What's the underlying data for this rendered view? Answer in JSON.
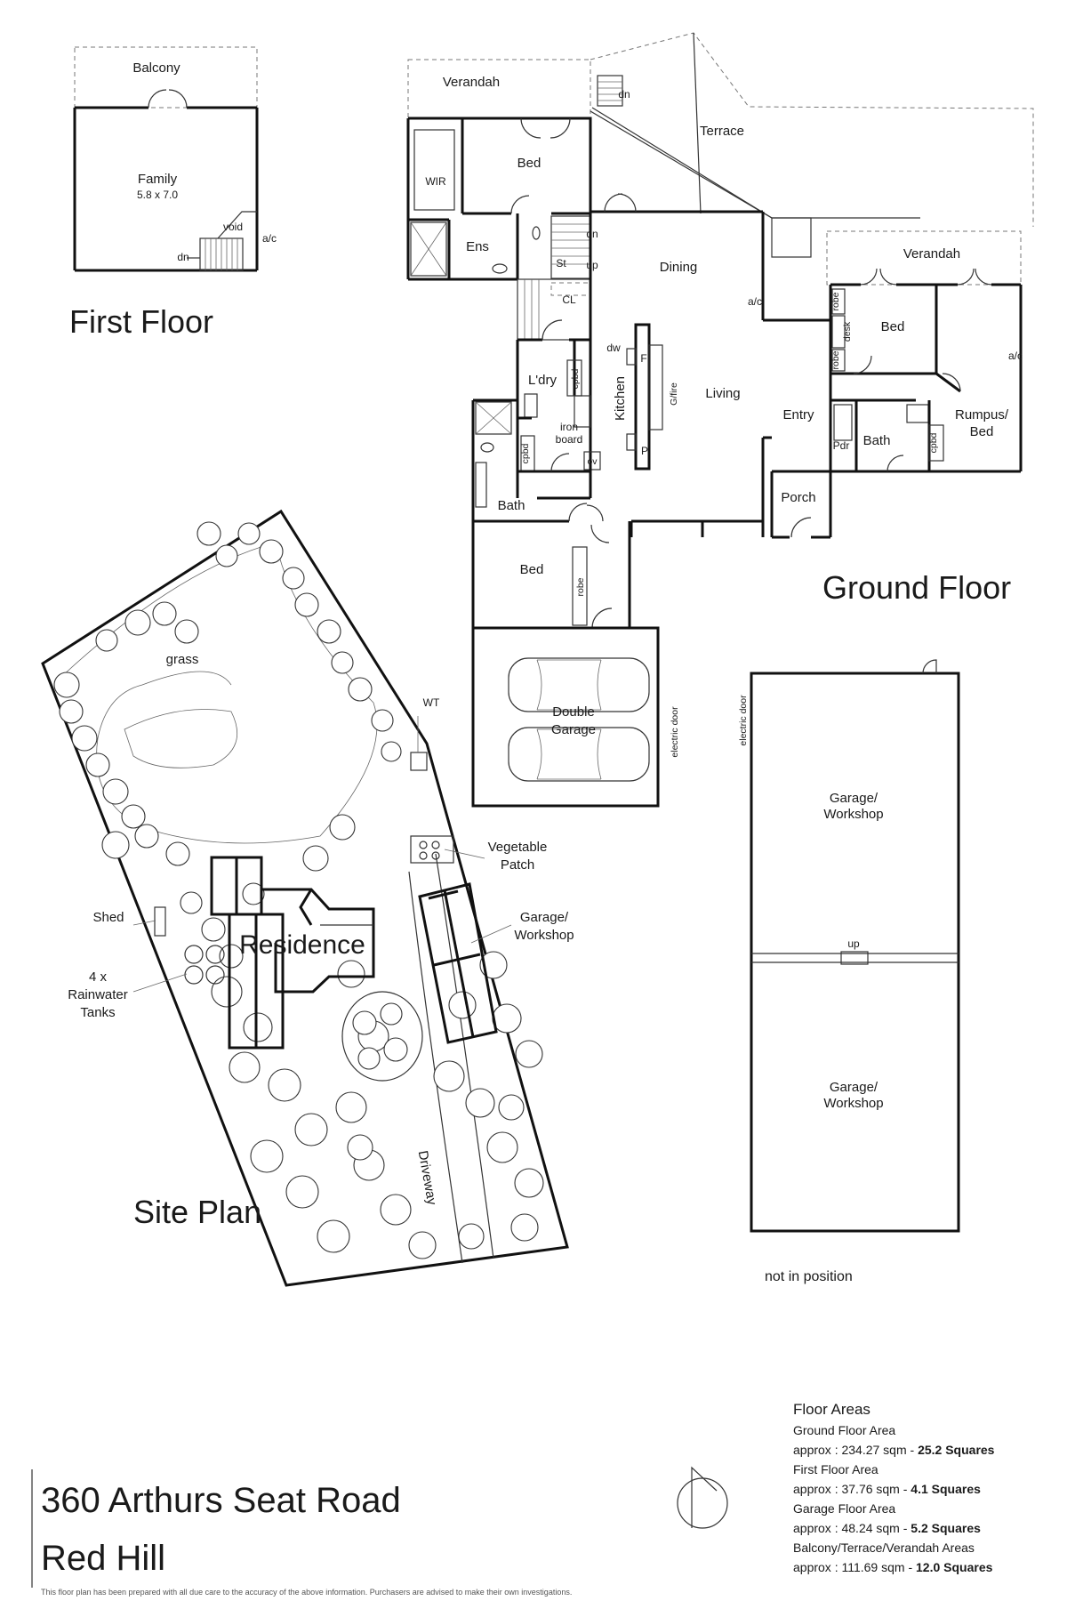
{
  "first_floor": {
    "heading": "First Floor",
    "rooms": {
      "balcony": "Balcony",
      "family": "Family",
      "family_dims": "5.8 x 7.0",
      "void": "void",
      "ac": "a/c",
      "dn": "dn"
    }
  },
  "ground_floor": {
    "heading": "Ground Floor",
    "rooms": {
      "verandah_main": "Verandah",
      "bed_main": "Bed",
      "wir": "WIR",
      "ens": "Ens",
      "st": "St",
      "dn_top": "dn",
      "dn_stair": "dn",
      "up_stair": "up",
      "terrace": "Terrace",
      "dining": "Dining",
      "cl": "CL",
      "ac_dining": "a/c",
      "verandah_east": "Verandah",
      "robe_1": "robe",
      "desk": "desk",
      "robe_2": "robe",
      "bed_east": "Bed",
      "ac_rumpus": "a/c",
      "laundry": "L'dry",
      "cpbd_laundry": "cpbd",
      "dw": "dw",
      "kitchen": "Kitchen",
      "f": "F",
      "gfire": "G/fire",
      "living": "Living",
      "entry": "Entry",
      "pdr": "Pdr",
      "bath_east": "Bath",
      "cpbd_bath_east": "cpbd",
      "rumpus": "Rumpus/",
      "rumpus_bed": "Bed",
      "iron_board": "iron",
      "iron_board_2": "board",
      "cpbd_bath": "cpbd",
      "ov": "ov",
      "p": "P",
      "bath_west": "Bath",
      "porch": "Porch",
      "bed_south": "Bed",
      "robe_south": "robe",
      "double_garage_1": "Double",
      "double_garage_2": "Garage",
      "electric_door_1": "electric door"
    }
  },
  "detached_garage": {
    "electric_door": "electric door",
    "garage_top_1": "Garage/",
    "garage_top_2": "Workshop",
    "up": "up",
    "garage_bottom_1": "Garage/",
    "garage_bottom_2": "Workshop",
    "not_in_position": "not in position"
  },
  "site_plan": {
    "heading": "Site Plan",
    "grass": "grass",
    "wt": "WT",
    "veg_1": "Vegetable",
    "veg_2": "Patch",
    "shed": "Shed",
    "residence": "Residence",
    "garage_1": "Garage/",
    "garage_2": "Workshop",
    "tanks_1": "4 x",
    "tanks_2": "Rainwater",
    "tanks_3": "Tanks",
    "driveway": "Driveway"
  },
  "floor_areas": {
    "heading": "Floor Areas",
    "ground_label": "Ground Floor Area",
    "ground_value": "approx : 234.27 sqm - ",
    "ground_bold": "25.2 Squares",
    "first_label": "First Floor Area",
    "first_value": "approx : 37.76 sqm - ",
    "first_bold": "4.1 Squares",
    "garage_label": "Garage Floor Area",
    "garage_value": "approx : 48.24 sqm - ",
    "garage_bold": "5.2 Squares",
    "balcony_label": "Balcony/Terrace/Verandah Areas",
    "balcony_value": "approx : 111.69 sqm - ",
    "balcony_bold": "12.0 Squares"
  },
  "address": {
    "line1": "360 Arthurs Seat Road",
    "line2": "Red Hill"
  },
  "disclaimer": "This floor plan has been prepared with all due care to the accuracy of the above information. Purchasers are advised to make their own investigations."
}
